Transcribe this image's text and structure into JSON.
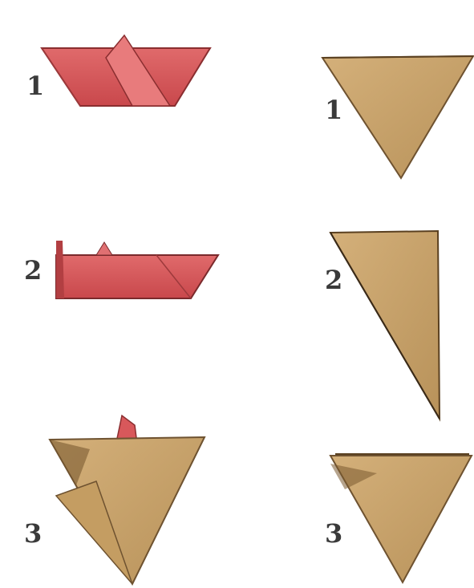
{
  "steps_left": [
    {
      "label": "1"
    },
    {
      "label": "2"
    },
    {
      "label": "3"
    }
  ],
  "steps_right": [
    {
      "label": "1"
    },
    {
      "label": "2"
    },
    {
      "label": "3"
    }
  ],
  "colors": {
    "paper_red": "#d9585a",
    "paper_red_dark": "#b83a3e",
    "paper_tan": "#c9a46a",
    "paper_tan_dark": "#8a6a3a",
    "numbers": "#3a3a3a"
  }
}
